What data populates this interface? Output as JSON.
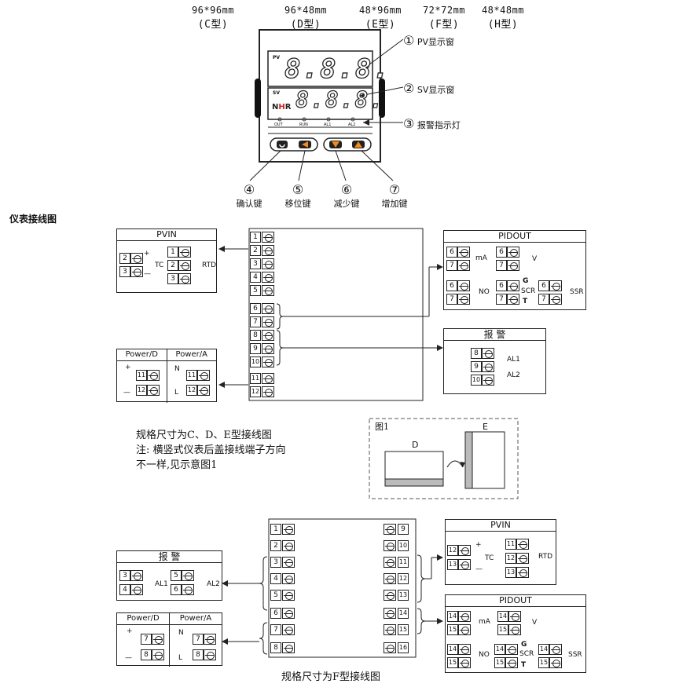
{
  "sizes": [
    {
      "dim": "96*96mm",
      "type": "(C型)"
    },
    {
      "dim": "96*48mm",
      "type": "(D型)"
    },
    {
      "dim": "48*96mm",
      "type": "(E型)"
    },
    {
      "dim": "72*72mm",
      "type": "(F型)"
    },
    {
      "dim": "48*48mm",
      "type": "(H型)"
    }
  ],
  "panel": {
    "pv_tag": "PV",
    "sv_tag": "SV",
    "logo": "NHR",
    "pv_digits": "8.8.8.",
    "sv_digits": "8.8.8.",
    "leds": [
      "OUT",
      "RUN",
      "AL1",
      "AL2"
    ]
  },
  "callouts": [
    {
      "num": "①",
      "text": "PV显示窗"
    },
    {
      "num": "②",
      "text": "SV显示窗"
    },
    {
      "num": "③",
      "text": "报警指示灯"
    }
  ],
  "keys": [
    {
      "num": "④",
      "text": "确认键"
    },
    {
      "num": "⑤",
      "text": "移位键"
    },
    {
      "num": "⑥",
      "text": "减少键"
    },
    {
      "num": "⑦",
      "text": "增加键"
    }
  ],
  "section_title": "仪表接线图",
  "pvin": {
    "title": "PVIN",
    "tc": "TC",
    "rtd": "RTD"
  },
  "pidout": {
    "title": "PIDOUT",
    "ma": "mA",
    "v": "V",
    "no": "NO",
    "g": "G",
    "scr": "SCR",
    "t": "T",
    "ssr": "SSR"
  },
  "alarm": {
    "title": "报  警",
    "al1": "AL1",
    "al2": "AL2"
  },
  "power": {
    "d": "Power/D",
    "a": "Power/A",
    "n": "N",
    "l": "L"
  },
  "notes": [
    "规格尺寸为C、D、E型接线图",
    "注: 横竖式仪表后盖接线端子方向",
    "不一样,见示意图1"
  ],
  "fig1": {
    "label": "图1",
    "d": "D",
    "e": "E"
  },
  "caption_f": "规格尺寸为F型接线图",
  "colors": {
    "accent": "#f28a1e",
    "line": "#222222",
    "hr_red": "#d22020"
  }
}
